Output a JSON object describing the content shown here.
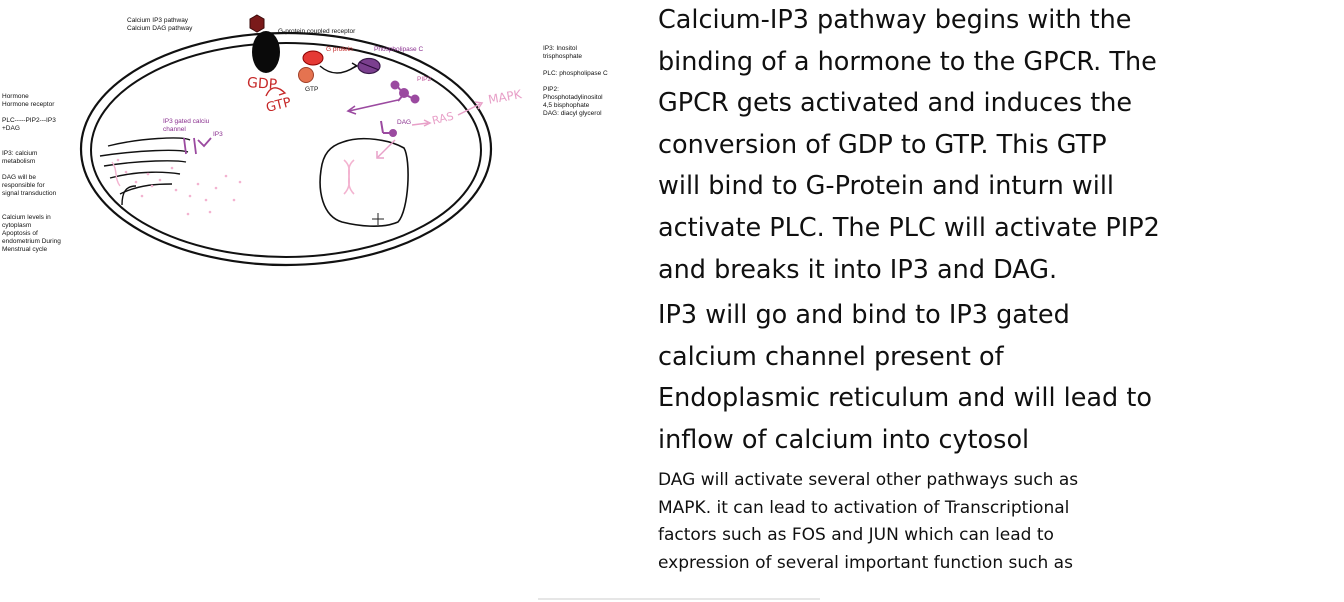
{
  "diagram": {
    "header_line1": "Calcium IP3 pathway",
    "header_line2": "Calcium DAG pathway",
    "labels": {
      "receptor": "G-protein coupled receptor",
      "g_protein": "G protein",
      "phospholipase": "Phospholipase C",
      "gtp": "GTP",
      "gdp_hand": "GDP",
      "gtp_hand": "GTP",
      "pip2": "PIP2",
      "dag": "DAG",
      "ras": "RAS",
      "mapk": "MAPK",
      "ip3_gated_line1": "IP3 gated calciu",
      "ip3_gated_line2": "channel",
      "ip3": "IP3"
    },
    "left_notes": {
      "hormone": "Hormone",
      "hormone_receptor": "Hormone receptor",
      "plc_line1": "PLC-----PIP2---IP3",
      "plc_line2": "+DAG",
      "ip3_line1": "IP3: calcium",
      "ip3_line2": "metabolism",
      "dag_line1": "DAG will be",
      "dag_line2": "responsible for",
      "dag_line3": "signal transduction",
      "calcium_line1": "Calcium levels in",
      "calcium_line2": "cytoplasm",
      "calcium_line3": "Apoptosis of",
      "calcium_line4": "endometrium During",
      "calcium_line5": "Menstrual cycle"
    },
    "right_notes": {
      "ip3_line1": "IP3: Inositol",
      "ip3_line2": "trisphosphate",
      "plc": "PLC: phospholipase C",
      "pip2_line1": "PIP2:",
      "pip2_line2": "Phosphotadylinositol",
      "pip2_line3": "4,5 bisphophate",
      "dag": "DAG: diacyl glycerol"
    }
  },
  "text": {
    "p1_l1": "Calcium-IP3 pathway begins with the",
    "p1_l2": "binding of a hormone to the GPCR. The",
    "p1_l3": "GPCR gets activated and induces the",
    "p1_l4": "conversion of GDP to GTP. This GTP",
    "p1_l5": "will bind to G-Protein and inturn will",
    "p1_l6": "activate PLC. The PLC will activate PIP2",
    "p1_l7": "and breaks it into IP3 and DAG.",
    "p2_l1": "IP3 will go and bind to IP3 gated",
    "p2_l2": "calcium channel present of",
    "p2_l3": "Endoplasmic reticulum and will lead to",
    "p2_l4": "inflow of calcium into cytosol",
    "p3_l1": "DAG will activate several other pathways such as",
    "p3_l2": "MAPK. it can lead to activation of Transcriptional",
    "p3_l3": "factors such as FOS and JUN  which can lead to",
    "p3_l4": "expression of several important function such as"
  },
  "colors": {
    "outline": "#111111",
    "receptor": "#0a0a0a",
    "hormone": "#7a1a1a",
    "g_protein": "#e53935",
    "gtp_ball": "#e57350",
    "plc": "#7b3f8f",
    "pink_annotation": "#e8a0c8",
    "purple_annotation": "#9b4aa0",
    "red_hand": "#c62828"
  }
}
